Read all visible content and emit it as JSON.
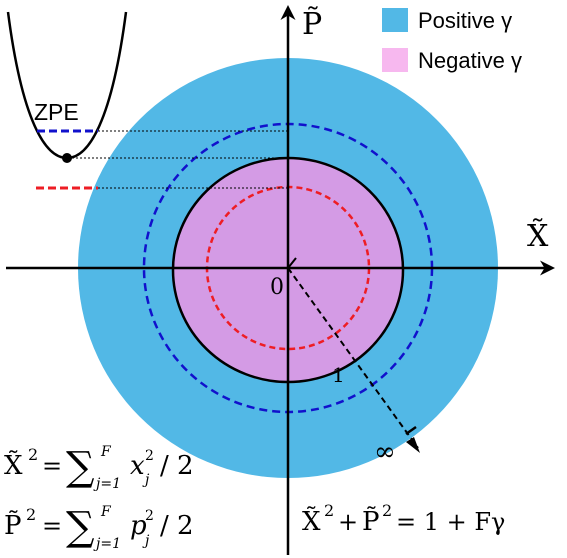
{
  "colors": {
    "positive": "#52b8e6",
    "negative": "#d49be5",
    "legend_negative": "#f7b8ef",
    "dashed_outer": "#1111cc",
    "dashed_inner": "#ee1d24",
    "ink": "#000000"
  },
  "legend": {
    "positive_label": "Positive γ",
    "negative_label": "Negative γ"
  },
  "axes": {
    "p_label": "P̃",
    "x_label": "X̃",
    "origin": "0"
  },
  "labels": {
    "zpe": "ZPE",
    "one": "1",
    "infinity": "∞"
  },
  "equations": {
    "x2": {
      "lhs": "X̃",
      "sum_text": "x",
      "index": "j=1",
      "upper": "F"
    },
    "p2": {
      "lhs": "P̃",
      "sum_text": "p",
      "index": "j=1",
      "upper": "F"
    },
    "constraint": {
      "x_term": "X̃",
      "p_term": "P̃",
      "rhs": "= 1 + Fγ"
    }
  }
}
